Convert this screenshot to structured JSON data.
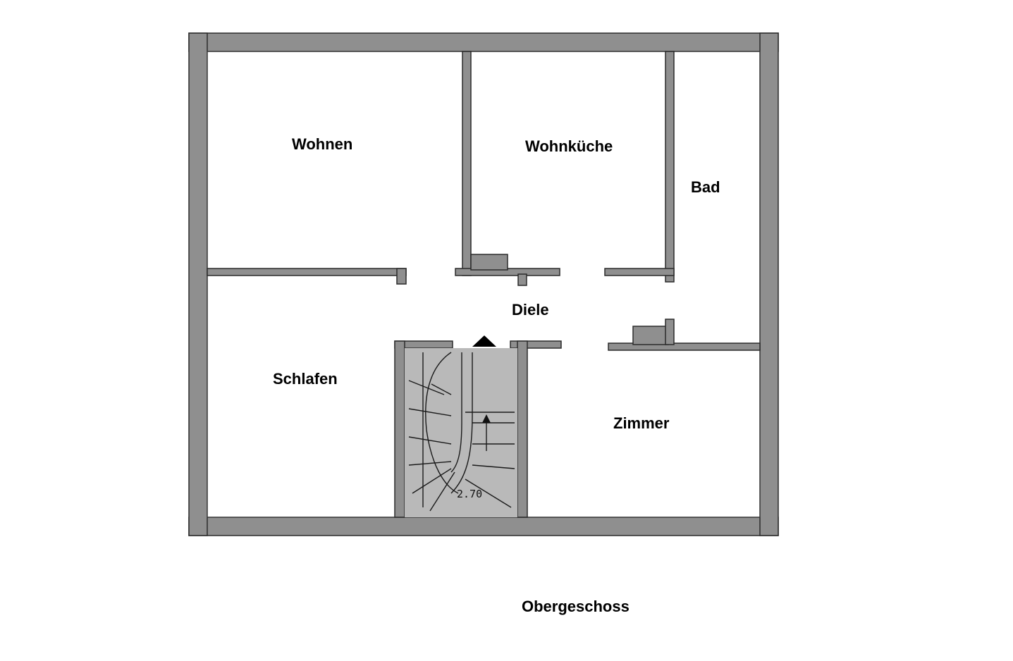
{
  "rooms": {
    "wohnen": "Wohnen",
    "wohnkueche": "Wohnküche",
    "bad": "Bad",
    "diele": "Diele",
    "schlafen": "Schlafen",
    "zimmer": "Zimmer"
  },
  "stair": {
    "dimension": "2.70"
  },
  "caption": "Obergeschoss",
  "colors": {
    "wall": "#8f8f8f",
    "stair": "#b9b9b9",
    "text": "#000000"
  }
}
